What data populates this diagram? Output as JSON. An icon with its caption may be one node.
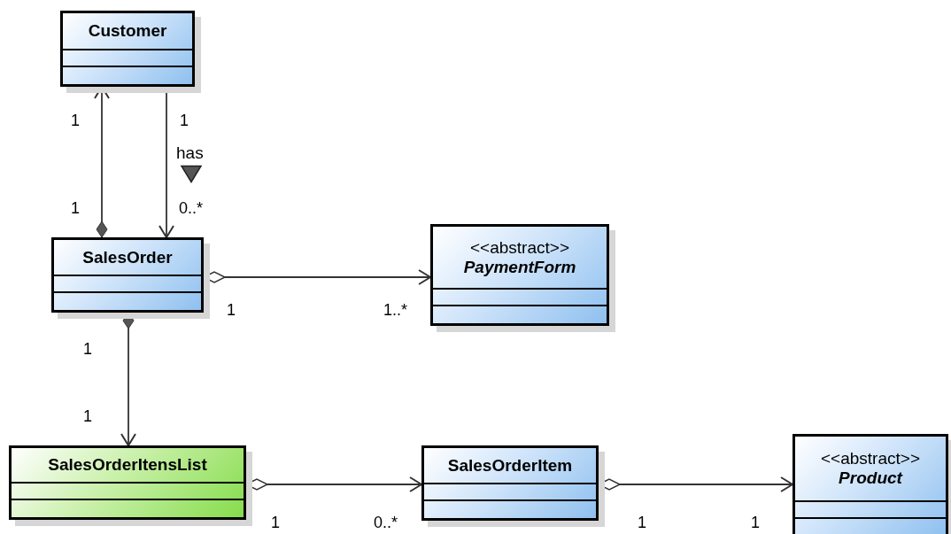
{
  "diagram": {
    "nodes": [
      {
        "text": [
          "Customer"
        ]
      },
      {
        "text": [
          "SalesOrder"
        ]
      },
      {
        "text": [
          "<<abstract>>",
          "PaymentForm"
        ]
      },
      {
        "text": [
          "SalesOrderItensList"
        ]
      },
      {
        "text": [
          "SalesOrderItem"
        ]
      },
      {
        "text": [
          "<<abstract>>",
          "Product"
        ]
      }
    ],
    "edges": [
      {
        "from": 1,
        "to": 0,
        "arrow": "to"
      },
      {
        "from": 0,
        "to": 1,
        "arrow": "to",
        "label": "has"
      },
      {
        "from": 1,
        "to": 2,
        "arrow": "to"
      },
      {
        "from": 1,
        "to": 3,
        "arrow": "to"
      },
      {
        "from": 3,
        "to": 4,
        "arrow": "to"
      },
      {
        "from": 4,
        "to": 5,
        "arrow": "to"
      }
    ],
    "labels": [
      "1",
      "1",
      "1",
      "0..*",
      "1",
      "1..*",
      "1",
      "1",
      "1",
      "0..*",
      "1",
      "1"
    ]
  }
}
